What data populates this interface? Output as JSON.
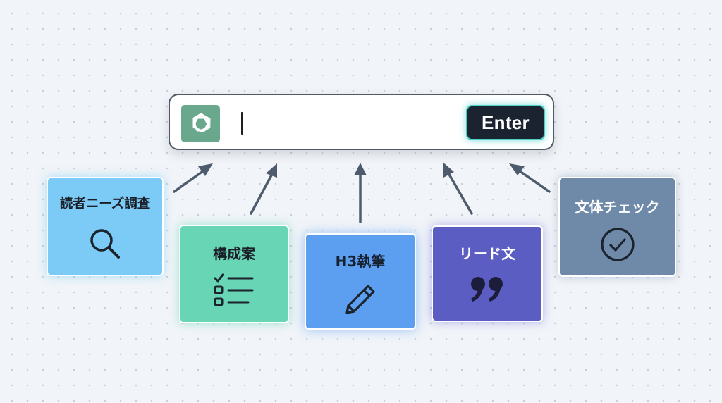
{
  "prompt_bar": {
    "input_value": "",
    "enter_label": "Enter"
  },
  "steps": [
    {
      "label": "読者ニーズ調査",
      "icon": "search-icon",
      "color": "#7ccbf6"
    },
    {
      "label": "構成案",
      "icon": "checklist-icon",
      "color": "#68d6b5"
    },
    {
      "label": "H3執筆",
      "icon": "pencil-icon",
      "color": "#5c9ff0"
    },
    {
      "label": "リード文",
      "icon": "quote-icon",
      "color": "#5b5dc2"
    },
    {
      "label": "文体チェック",
      "icon": "check-circle-icon",
      "color": "#6f89a8"
    }
  ],
  "colors": {
    "arrow": "#4e5b6c",
    "enter_glow": "#4fd0c8",
    "logo_bg": "#6aa88d"
  }
}
